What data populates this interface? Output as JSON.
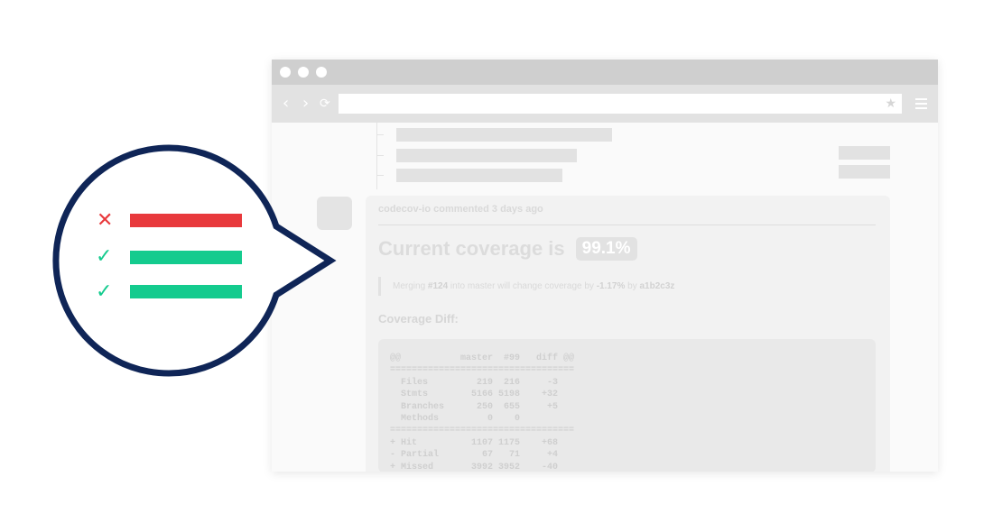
{
  "browser": {
    "nav": {
      "back_icon": "chevron-left-icon",
      "forward_icon": "chevron-right-icon",
      "reload_icon": "reload-icon"
    },
    "address_bar": {
      "value": "",
      "bookmark_icon": "star-icon"
    },
    "menu_icon": "hamburger-menu-icon"
  },
  "comment": {
    "header": "codecov-io commented 3 days ago",
    "coverage_label": "Current coverage is",
    "coverage_value": "99.1%",
    "quote": {
      "prefix": "Merging ",
      "pr": "#124",
      "middle": " into master will change coverage by ",
      "change": "-1.17%",
      "by": " by ",
      "commit": "a1b2c3z"
    },
    "diff_title": "Coverage Diff:",
    "diff_code": "@@           master  #99   diff @@\n==================================\n  Files         219  216     -3\n  Stmts        5166 5198    +32\n  Branches      250  655     +5\n  Methods         0    0\n==================================\n+ Hit          1107 1175    +68\n- Partial        67   71     +4\n+ Missed       3992 3952    -40"
  },
  "bubble": {
    "rows": [
      {
        "status": "fail",
        "icon": "cross-icon",
        "glyph": "✕",
        "color": "#e8393c"
      },
      {
        "status": "pass",
        "icon": "check-icon",
        "glyph": "✓",
        "color": "#14cb8e"
      },
      {
        "status": "pass",
        "icon": "check-icon",
        "glyph": "✓",
        "color": "#14cb8e"
      }
    ],
    "outline_color": "#0f2557"
  }
}
